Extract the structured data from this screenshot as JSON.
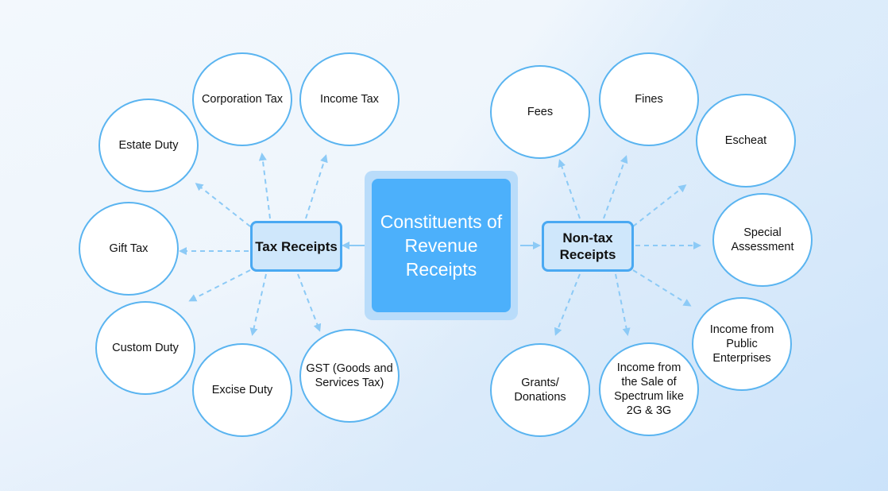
{
  "title": "Constituents of Revenue Receipts",
  "colors": {
    "accent": "#4cb0fb",
    "border": "#5ab4f0",
    "arrow": "#8ccaf6"
  },
  "tax": {
    "label": "Tax Receipts",
    "items": [
      "Corporation Tax",
      "Income Tax",
      "Estate Duty",
      "Gift Tax",
      "Custom Duty",
      "Excise Duty",
      "GST (Goods and Services Tax)"
    ]
  },
  "nontax": {
    "label": "Non-tax Receipts",
    "items": [
      "Fees",
      "Fines",
      "Escheat",
      "Special Assessment",
      "Income from Public Enterprises",
      "Income from the Sale of Spectrum like 2G & 3G",
      "Grants/ Donations"
    ]
  }
}
